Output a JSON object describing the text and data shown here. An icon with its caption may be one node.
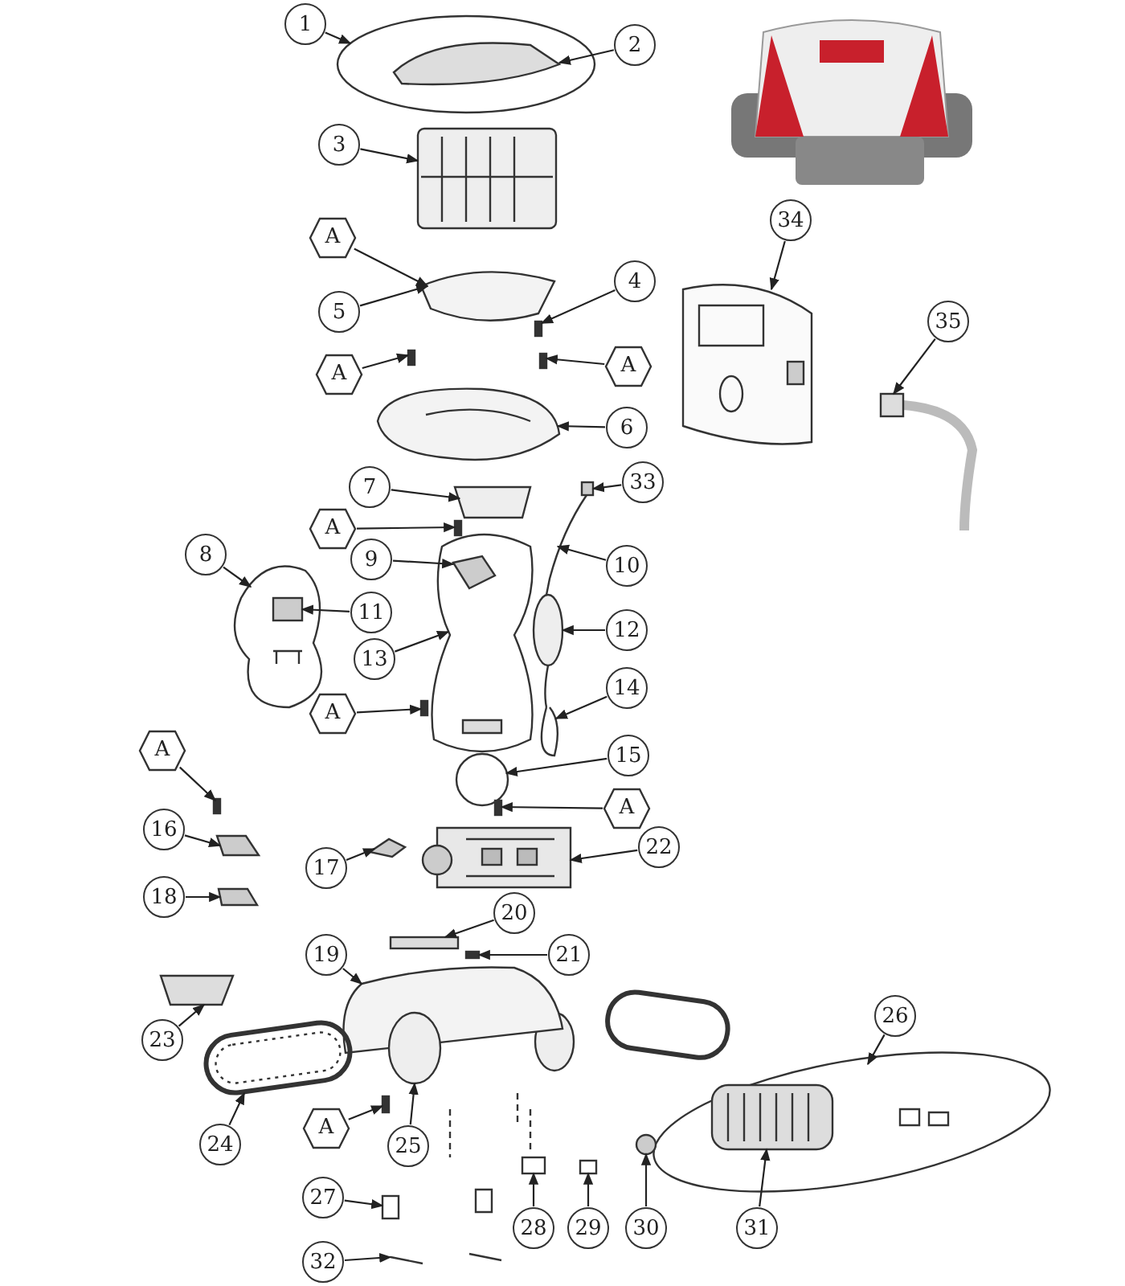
{
  "diagram": {
    "nodes": [
      {
        "text": [
          "1"
        ]
      },
      {
        "text": [
          "2"
        ]
      },
      {
        "text": [
          "3"
        ]
      },
      {
        "text": [
          "A"
        ]
      },
      {
        "text": [
          "5"
        ]
      },
      {
        "text": [
          "4"
        ]
      },
      {
        "text": [
          "A"
        ]
      },
      {
        "text": [
          "A"
        ]
      },
      {
        "text": [
          "6"
        ]
      },
      {
        "text": [
          "7"
        ]
      },
      {
        "text": [
          "33"
        ]
      },
      {
        "text": [
          "A"
        ]
      },
      {
        "text": [
          "8"
        ]
      },
      {
        "text": [
          "9"
        ]
      },
      {
        "text": [
          "10"
        ]
      },
      {
        "text": [
          "11"
        ]
      },
      {
        "text": [
          "12"
        ]
      },
      {
        "text": [
          "13"
        ]
      },
      {
        "text": [
          "14"
        ]
      },
      {
        "text": [
          "A"
        ]
      },
      {
        "text": [
          "15"
        ]
      },
      {
        "text": [
          "A"
        ]
      },
      {
        "text": [
          "A"
        ]
      },
      {
        "text": [
          "16"
        ]
      },
      {
        "text": [
          "22"
        ]
      },
      {
        "text": [
          "17"
        ]
      },
      {
        "text": [
          "18"
        ]
      },
      {
        "text": [
          "20"
        ]
      },
      {
        "text": [
          "21"
        ]
      },
      {
        "text": [
          "19"
        ]
      },
      {
        "text": [
          "23"
        ]
      },
      {
        "text": [
          "26"
        ]
      },
      {
        "text": [
          "24"
        ]
      },
      {
        "text": [
          "A"
        ]
      },
      {
        "text": [
          "25"
        ]
      },
      {
        "text": [
          "27"
        ]
      },
      {
        "text": [
          "28"
        ]
      },
      {
        "text": [
          "29"
        ]
      },
      {
        "text": [
          "30"
        ]
      },
      {
        "text": [
          "31"
        ]
      },
      {
        "text": [
          "32"
        ]
      },
      {
        "text": [
          "34"
        ]
      },
      {
        "text": [
          "35"
        ]
      },
      {
        "text": [],
        "shape": "ellipse"
      },
      {
        "text": [],
        "shape": "picture",
        "in": 43
      },
      {
        "text": [],
        "shape": "picture"
      },
      {
        "text": [],
        "shape": "polygon"
      },
      {
        "text": [],
        "shape": "box"
      },
      {
        "text": [],
        "shape": "box"
      },
      {
        "text": [],
        "shape": "box"
      },
      {
        "text": [],
        "shape": "picture"
      },
      {
        "text": [],
        "shape": "polygon"
      },
      {
        "text": [],
        "shape": "box"
      },
      {
        "text": [],
        "shape": "box"
      },
      {
        "text": [],
        "shape": "blob"
      },
      {
        "text": [],
        "shape": "polygon",
        "in": 59
      },
      {
        "text": [],
        "shape": "picture"
      },
      {
        "text": [],
        "shape": "box",
        "in": 54
      },
      {
        "text": [],
        "shape": "ellipse"
      },
      {
        "text": [],
        "shape": "blob"
      },
      {
        "text": [],
        "shape": "picture"
      },
      {
        "text": [],
        "shape": "box"
      },
      {
        "text": [],
        "shape": "circle"
      },
      {
        "text": [],
        "shape": "box"
      },
      {
        "text": [],
        "shape": "box"
      },
      {
        "text": [],
        "shape": "polygon"
      },
      {
        "text": [],
        "shape": "picture"
      },
      {
        "text": [],
        "shape": "polygon"
      },
      {
        "text": [],
        "shape": "polygon"
      },
      {
        "text": [],
        "shape": "box"
      },
      {
        "text": [],
        "shape": "box"
      },
      {
        "text": [],
        "shape": "picture"
      },
      {
        "text": [],
        "shape": "polygon"
      },
      {
        "text": [],
        "shape": "ellipse"
      },
      {
        "text": [],
        "shape": "picture"
      },
      {
        "text": [],
        "shape": "box"
      },
      {
        "text": [],
        "shape": "ellipse"
      },
      {
        "text": [],
        "shape": "box"
      },
      {
        "text": [],
        "shape": "box"
      },
      {
        "text": [],
        "shape": "box"
      },
      {
        "text": [],
        "shape": "circle"
      },
      {
        "text": [],
        "shape": "picture",
        "in": 73
      },
      {
        "text": [],
        "shape": "picture"
      },
      {
        "text": [],
        "shape": "picture"
      },
      {
        "text": [],
        "shape": "box"
      }
    ],
    "edges": [
      {
        "from": 0,
        "to": 43,
        "arrow": "to"
      },
      {
        "from": 1,
        "to": 44,
        "arrow": "to"
      },
      {
        "from": 2,
        "to": 45,
        "arrow": "to"
      },
      {
        "from": 3,
        "to": 46,
        "arrow": "to"
      },
      {
        "from": 4,
        "to": 46,
        "arrow": "to"
      },
      {
        "from": 5,
        "to": 47,
        "arrow": "to"
      },
      {
        "from": 6,
        "to": 48,
        "arrow": "to"
      },
      {
        "from": 7,
        "to": 49,
        "arrow": "to"
      },
      {
        "from": 8,
        "to": 50,
        "arrow": "to"
      },
      {
        "from": 9,
        "to": 51,
        "arrow": "to"
      },
      {
        "from": 10,
        "to": 52,
        "arrow": "to"
      },
      {
        "from": 11,
        "to": 53,
        "arrow": "to"
      },
      {
        "from": 12,
        "to": 54,
        "arrow": "to"
      },
      {
        "from": 13,
        "to": 55,
        "arrow": "to"
      },
      {
        "from": 14,
        "to": 56,
        "arrow": "to"
      },
      {
        "from": 15,
        "to": 57,
        "arrow": "to"
      },
      {
        "from": 16,
        "to": 58,
        "arrow": "to"
      },
      {
        "from": 17,
        "to": 59,
        "arrow": "to"
      },
      {
        "from": 18,
        "to": 60,
        "arrow": "to"
      },
      {
        "from": 19,
        "to": 61,
        "arrow": "to"
      },
      {
        "from": 20,
        "to": 62,
        "arrow": "to"
      },
      {
        "from": 21,
        "to": 63,
        "arrow": "to"
      },
      {
        "from": 22,
        "to": 64,
        "arrow": "to"
      },
      {
        "from": 23,
        "to": 65,
        "arrow": "to"
      },
      {
        "from": 24,
        "to": 66,
        "arrow": "to"
      },
      {
        "from": 25,
        "to": 67,
        "arrow": "to"
      },
      {
        "from": 26,
        "to": 68,
        "arrow": "to"
      },
      {
        "from": 27,
        "to": 69,
        "arrow": "to"
      },
      {
        "from": 28,
        "to": 70,
        "arrow": "to"
      },
      {
        "from": 29,
        "to": 71,
        "arrow": "to"
      },
      {
        "from": 30,
        "to": 72,
        "arrow": "to"
      },
      {
        "from": 31,
        "to": 73,
        "arrow": "to"
      },
      {
        "from": 32,
        "to": 74,
        "arrow": "to"
      },
      {
        "from": 33,
        "to": 75,
        "arrow": "to"
      },
      {
        "from": 34,
        "to": 76,
        "arrow": "to"
      },
      {
        "from": 35,
        "to": 77,
        "arrow": "to"
      },
      {
        "from": 36,
        "to": 78,
        "arrow": "to"
      },
      {
        "from": 37,
        "to": 79,
        "arrow": "to"
      },
      {
        "from": 38,
        "to": 80,
        "arrow": "to"
      },
      {
        "from": 39,
        "to": 81,
        "arrow": "to"
      },
      {
        "from": 40,
        "to": 82,
        "arrow": "to"
      },
      {
        "from": 41,
        "to": 83,
        "arrow": "to"
      },
      {
        "from": 42,
        "to": 84,
        "arrow": "to"
      }
    ]
  }
}
